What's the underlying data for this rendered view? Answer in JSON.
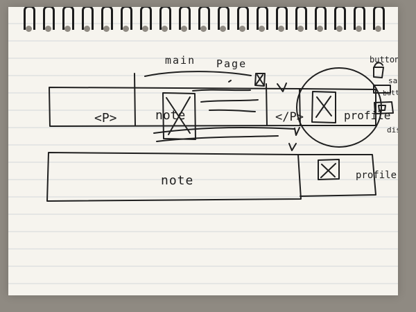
{
  "sketch": {
    "title_word_1": "main",
    "title_word_2": "Page",
    "p_open": "<P>",
    "note_top": "note",
    "p_close": "</P>",
    "profile_top": "profile",
    "note_bottom": "note",
    "profile_bottom": "profile",
    "side_label_button": "button",
    "side_label_save": "save",
    "side_label_button_small": "button",
    "side_label_dislike": "dislike",
    "icon_names": [
      "image-placeholder-icon",
      "profile-image-placeholder-icon",
      "save-button-icon",
      "dislike-button-icon"
    ]
  }
}
